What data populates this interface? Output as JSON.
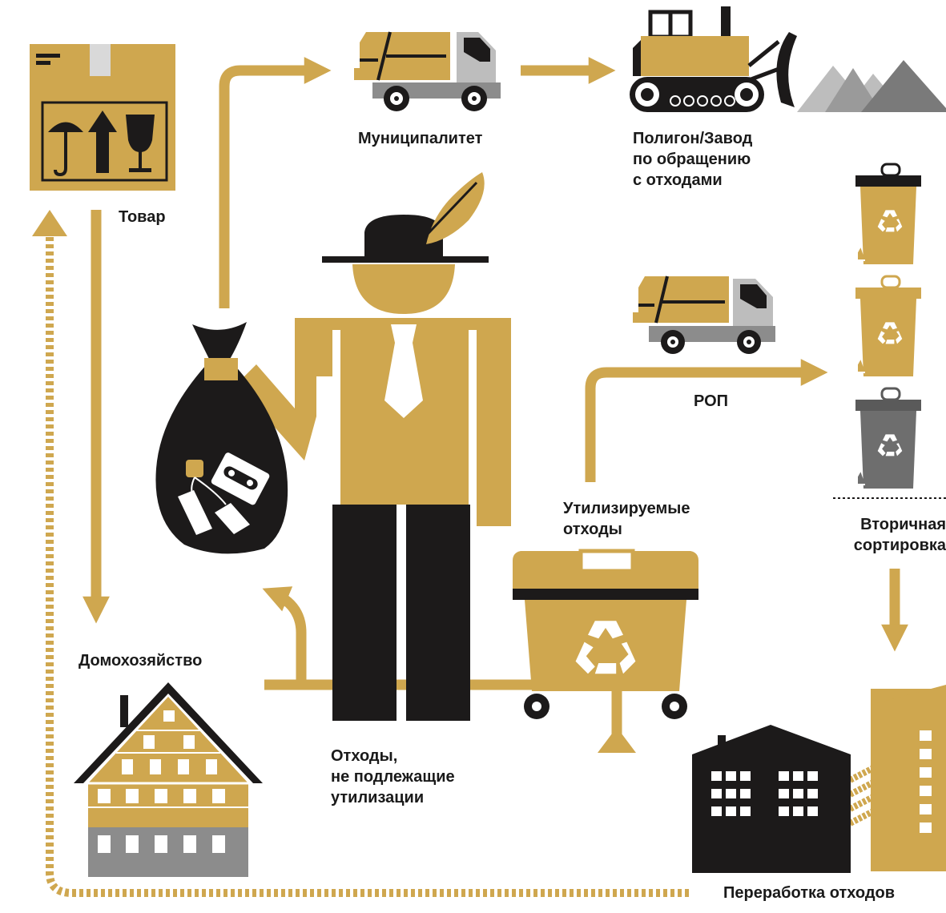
{
  "colors": {
    "gold": "#CFA74F",
    "black": "#1C1A1A",
    "gray": "#8C8C8C",
    "light_gray": "#BDBDBD",
    "white": "#FFFFFF"
  },
  "labels": {
    "goods": "Товар",
    "municipality": "Муниципалитет",
    "landfill_line1": "Полигон/Завод",
    "landfill_line2": "по обращению",
    "landfill_line3": "с отходами",
    "epr": "РОП",
    "recyclable_line1": "Утилизируемые",
    "recyclable_line2": "отходы",
    "secondary_line1": "Вторичная",
    "secondary_line2": "сортировка",
    "household": "Домохозяйство",
    "nonrecyclable_line1": "Отходы,",
    "nonrecyclable_line2": "не подлежащие",
    "nonrecyclable_line3": "утилизации",
    "processing": "Переработка отходов"
  },
  "icons": [
    "box-icon",
    "umbrella-icon",
    "arrow-up-icon",
    "wine-glass-icon",
    "garbage-truck-icon",
    "bulldozer-icon",
    "mountains-icon",
    "person-icon",
    "hat-icon",
    "feather-icon",
    "trash-bag-icon",
    "recycle-bin-icon",
    "wheelie-bin-icon",
    "house-icon",
    "factory-icon",
    "recycle-icon"
  ]
}
